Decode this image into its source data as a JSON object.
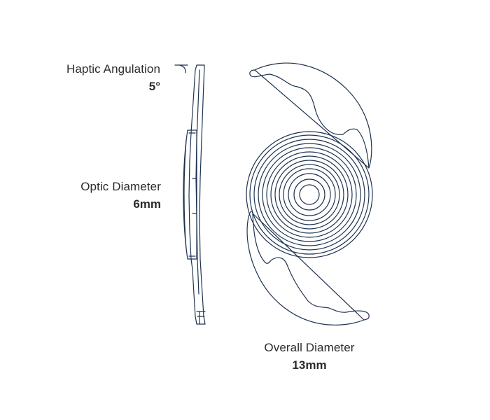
{
  "annotations": {
    "haptic_angulation": {
      "name": "Haptic Angulation",
      "value": "5°"
    },
    "optic_diameter": {
      "name": "Optic Diameter",
      "value": "6mm"
    },
    "overall_diameter": {
      "name": "Overall Diameter",
      "value": "13mm"
    }
  },
  "colors": {
    "line": "#1f3350",
    "text": "#2b2b2b",
    "background": "#ffffff"
  }
}
